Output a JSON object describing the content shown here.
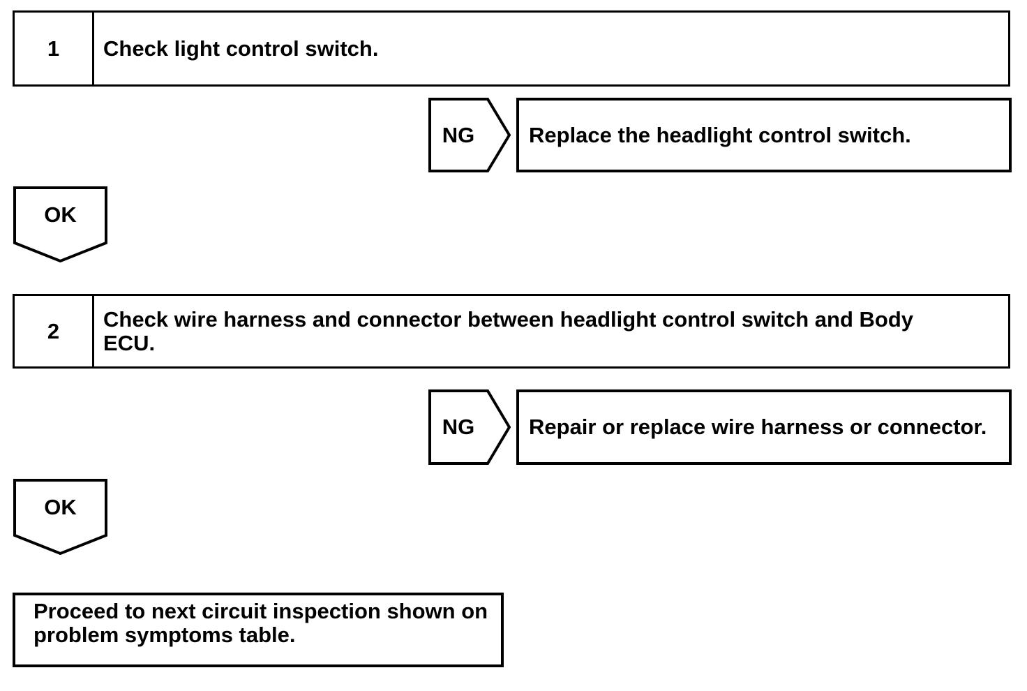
{
  "colors": {
    "ink": "#000000",
    "background": "#ffffff"
  },
  "decisions": {
    "ng_label": "NG",
    "ok_label": "OK"
  },
  "steps": [
    {
      "number": "1",
      "instruction": "Check light control switch.",
      "lines": [
        "Check light control switch."
      ]
    },
    {
      "number": "2",
      "instruction": "Check wire harness and connector between headlight control switch and Body ECU.",
      "lines": [
        "Check wire harness and connector between headlight control switch and Body",
        "ECU."
      ]
    }
  ],
  "results": [
    {
      "text": "Replace the headlight control switch."
    },
    {
      "text": "Repair or replace wire harness or connector."
    }
  ],
  "final_note": {
    "text": "Proceed to next circuit inspection shown on problem symptoms table.",
    "lines": [
      "Proceed to next circuit inspection shown on",
      "problem symptoms table."
    ]
  }
}
